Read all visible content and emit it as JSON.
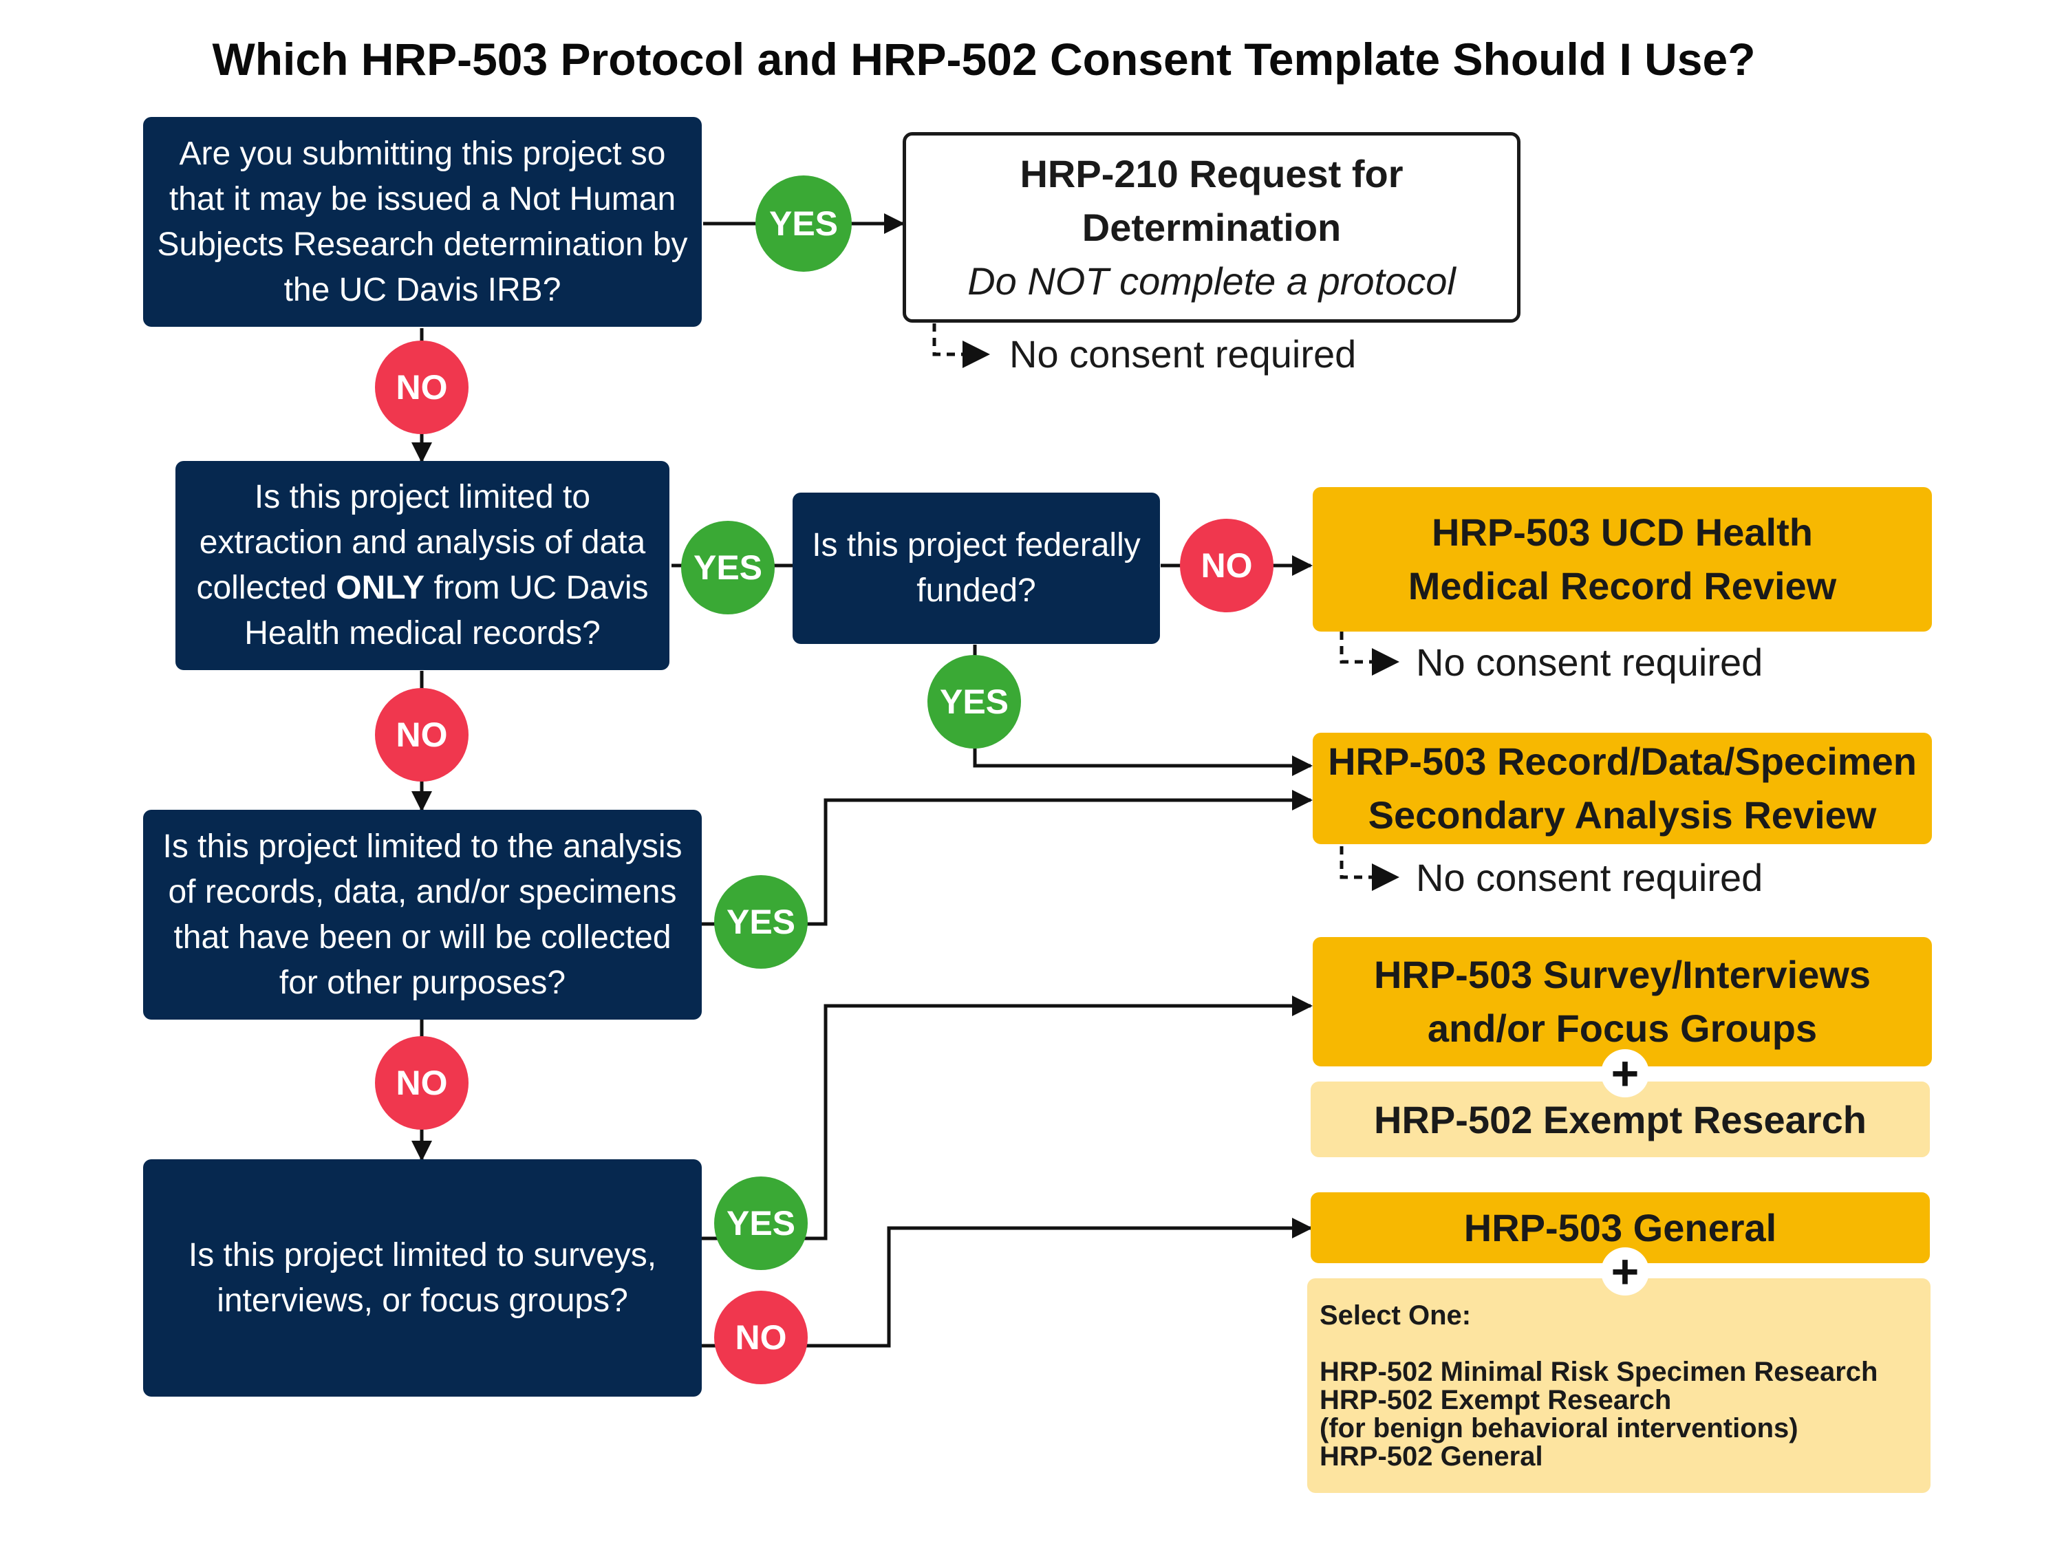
{
  "title": "Which HRP-503 Protocol and HRP-502 Consent Template Should I Use?",
  "questions": {
    "q1": "Are you submitting this project so that it may be issued a Not Human Subjects Research determination by the UC Davis IRB?",
    "q2_before": "Is this project limited to extraction and analysis of data collected ",
    "q2_bold": "ONLY",
    "q2_after": " from UC Davis Health medical records?",
    "q2b": "Is this project federally funded?",
    "q3": "Is this project limited to the analysis of records, data, and/or specimens that have been or will be collected for other purposes?",
    "q4": "Is this project limited to surveys, interviews, or focus groups?"
  },
  "labels": {
    "yes": "YES",
    "no": "NO",
    "plus": "+"
  },
  "outcomes": {
    "hrp210_title": "HRP-210 Request for Determination",
    "hrp210_sub": "Do NOT complete a protocol",
    "medical_record": "HRP-503 UCD Health Medical Record Review",
    "secondary": "HRP-503 Record/Data/Specimen Secondary Analysis Review",
    "survey": "HRP-503 Survey/Interviews and/or Focus Groups",
    "exempt": "HRP-502 Exempt Research",
    "general": "HRP-503 General",
    "select_head": "Select One:",
    "select_items": [
      "HRP-502 Minimal Risk Specimen Research",
      "HRP-502 Exempt Research",
      "(for benign behavioral interventions)",
      "HRP-502 General"
    ]
  },
  "no_consent": "No consent required",
  "colors": {
    "navy": "#06284f",
    "gold": "#f7b801",
    "light_gold": "#fde4a0",
    "yes_green": "#3aa935",
    "no_red": "#f0374e"
  }
}
